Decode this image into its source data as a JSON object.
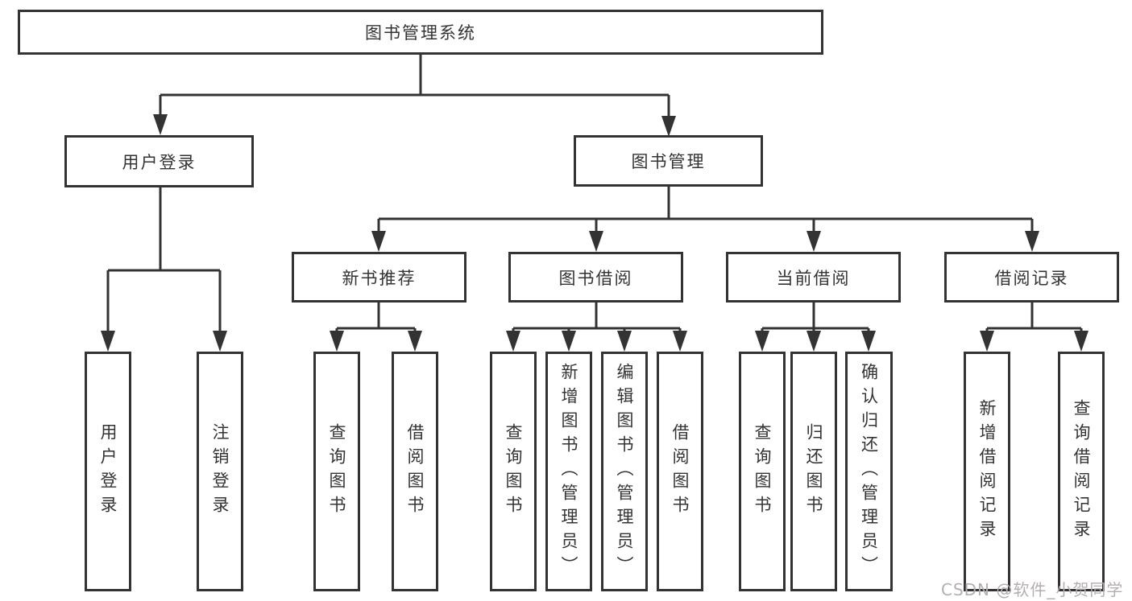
{
  "diagram": {
    "title": "图书管理系统",
    "branches": [
      {
        "label": "用户登录",
        "leaves": [
          "用户登录",
          "注销登录"
        ]
      },
      {
        "label": "图书管理",
        "groups": [
          {
            "label": "新书推荐",
            "leaves": [
              "查询图书",
              "借阅图书"
            ]
          },
          {
            "label": "图书借阅",
            "leaves": [
              "查询图书",
              "新增图书（管理员）",
              "编辑图书（管理员）",
              "借阅图书"
            ]
          },
          {
            "label": "当前借阅",
            "leaves": [
              "查询图书",
              "归还图书",
              "确认归还（管理员）"
            ]
          },
          {
            "label": "借阅记录",
            "leaves": [
              "新增借阅记录",
              "查询借阅记录"
            ]
          }
        ]
      }
    ]
  },
  "watermark": {
    "text": "CSDN @软件_小贺同学"
  },
  "colors": {
    "line": "#333333",
    "border": "#333333",
    "text": "#333333",
    "watermark": "#b5aeae",
    "background": "#ffffff"
  }
}
